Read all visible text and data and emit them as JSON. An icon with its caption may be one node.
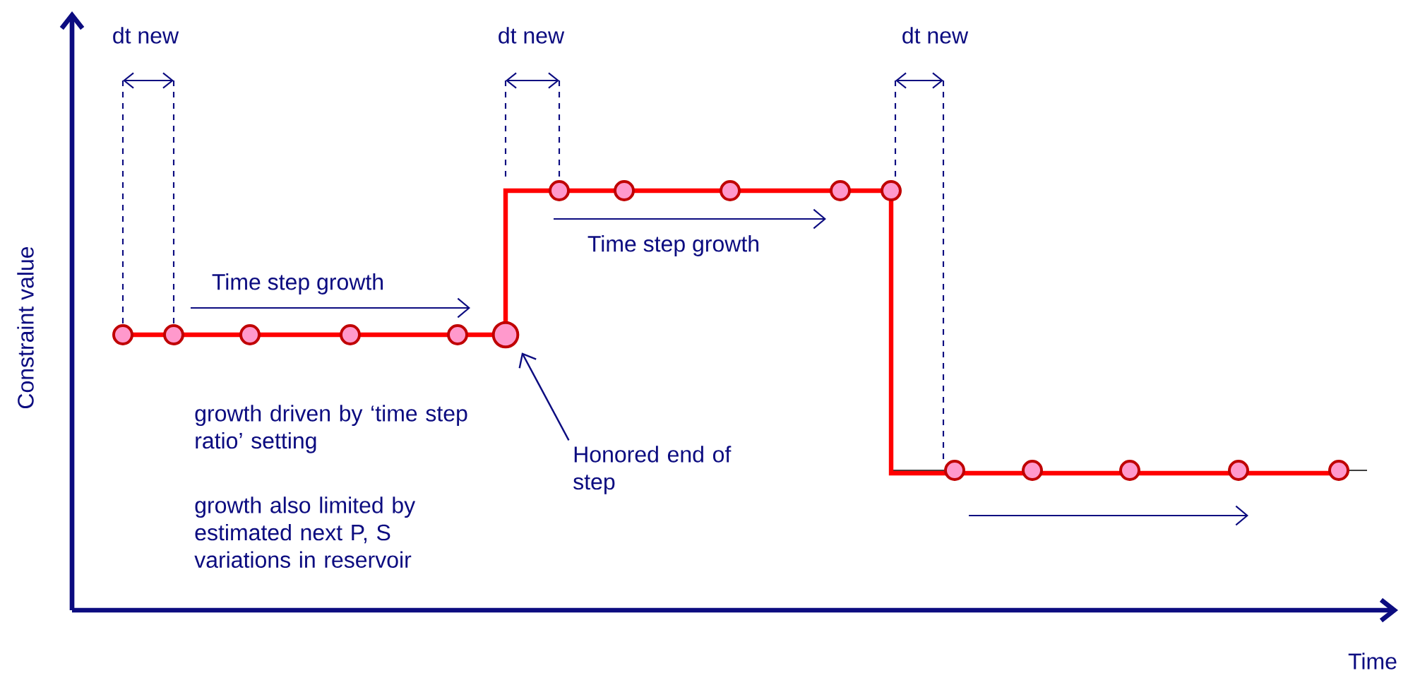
{
  "diagram": {
    "nodes": [
      {
        "text": [
          "Honored end of step"
        ]
      },
      {
        "text": [],
        "shape": "circle"
      }
    ],
    "edges": [
      {
        "from": 0,
        "to": 1,
        "arrow": "to"
      }
    ],
    "labels": [
      "dt new",
      "dt new",
      "dt new",
      "Time step growth",
      "Time step growth",
      "Constraint value",
      "growth driven by ‘time step ratio’ setting",
      "growth also limited by estimated next P, S variations in reservoir",
      "Time"
    ]
  }
}
